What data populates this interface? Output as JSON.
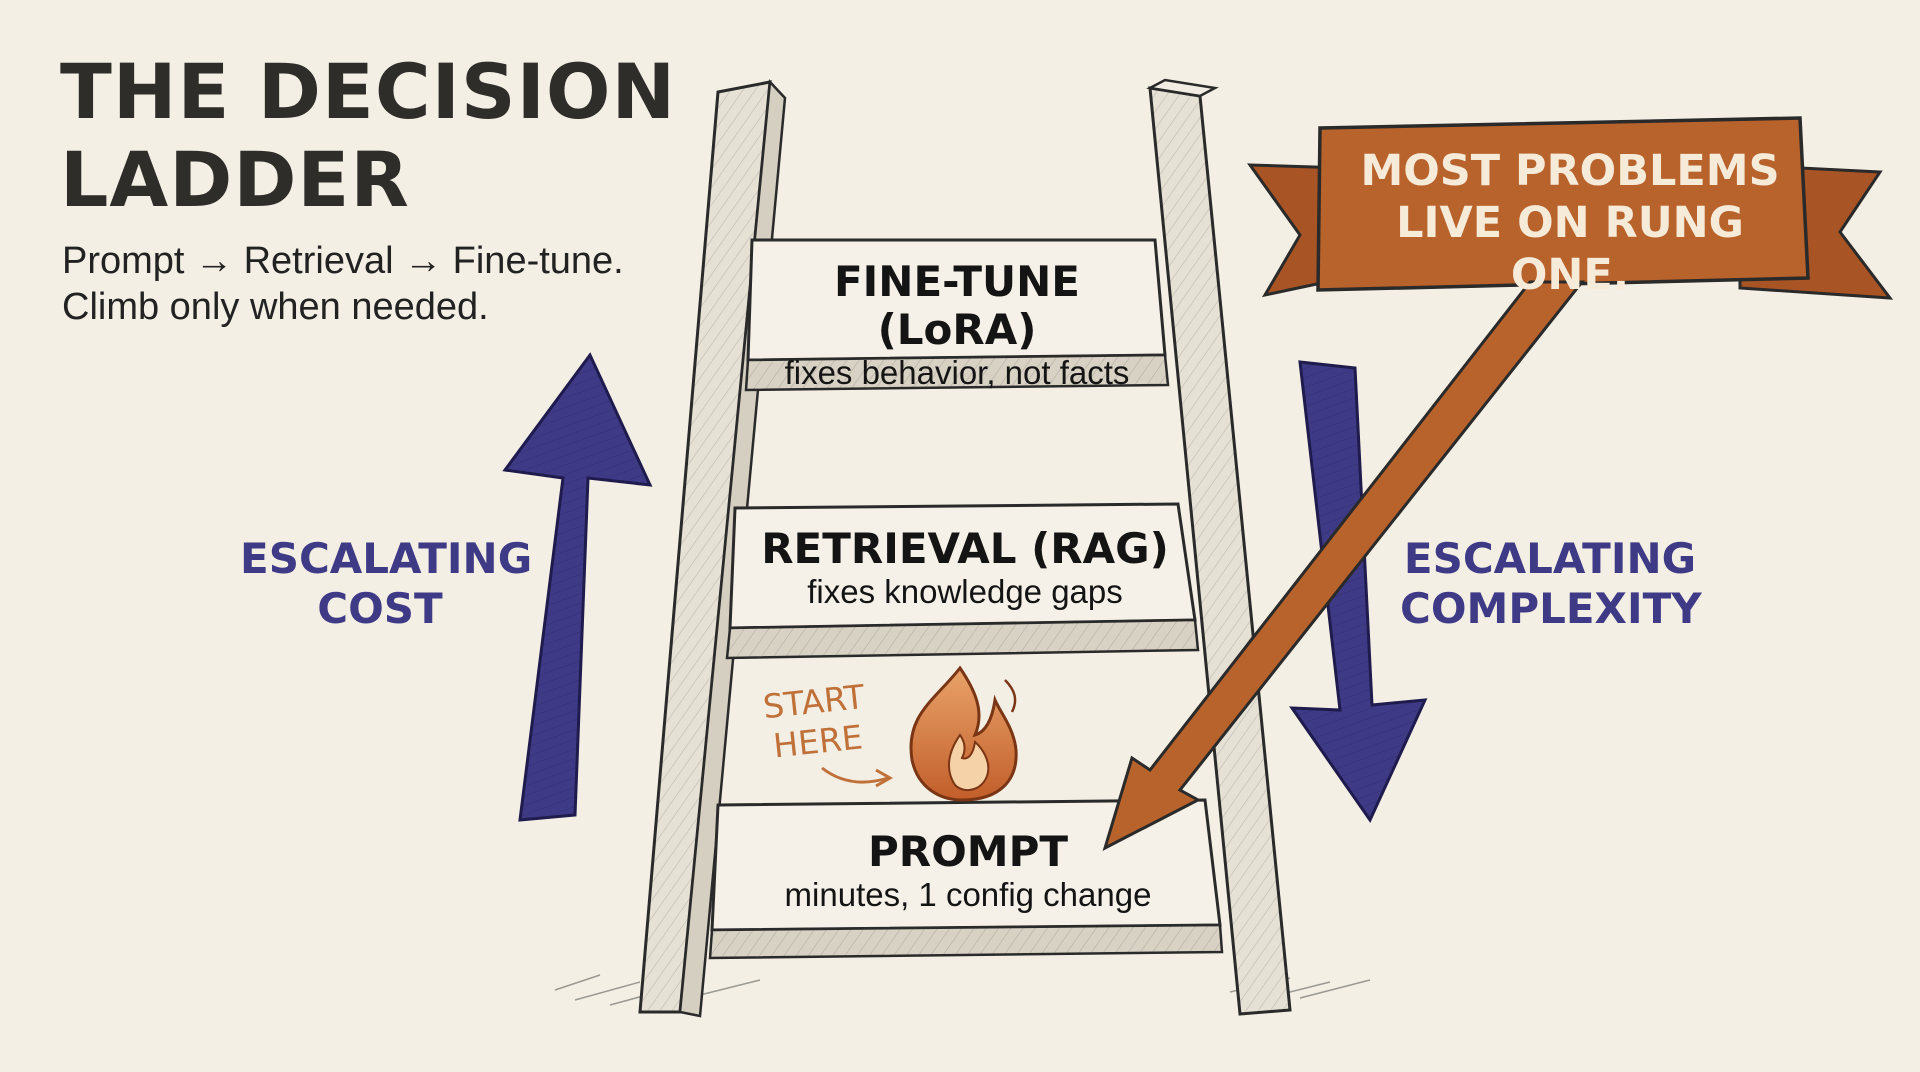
{
  "title": {
    "line1": "THE DECISION",
    "line2": "LADDER"
  },
  "subtitle": {
    "line1": "Prompt → Retrieval → Fine-tune.",
    "line2": "Climb only when needed."
  },
  "left_label": {
    "line1": "ESCALATING",
    "line2": "COST"
  },
  "right_label": {
    "line1": "ESCALATING",
    "line2": "COMPLEXITY"
  },
  "banner": {
    "line1": "MOST PROBLEMS",
    "line2": "LIVE ON RUNG ONE."
  },
  "rungs": [
    {
      "name": "FINE-TUNE (LoRA)",
      "desc": "fixes behavior, not facts"
    },
    {
      "name": "RETRIEVAL (RAG)",
      "desc": "fixes knowledge gaps"
    },
    {
      "name": "PROMPT",
      "desc": "minutes, 1 config change"
    }
  ],
  "start_note": {
    "line1": "START",
    "line2": "HERE"
  },
  "colors": {
    "background": "#f3efe4",
    "arrow_blue": "#3f3a86",
    "banner_orange": "#b8622c",
    "wood": "#f5f1e8",
    "ink": "#2f2d2a"
  },
  "icons": [
    "flame-icon",
    "up-arrow",
    "down-arrow",
    "pointer-arrow",
    "ribbon-banner"
  ]
}
